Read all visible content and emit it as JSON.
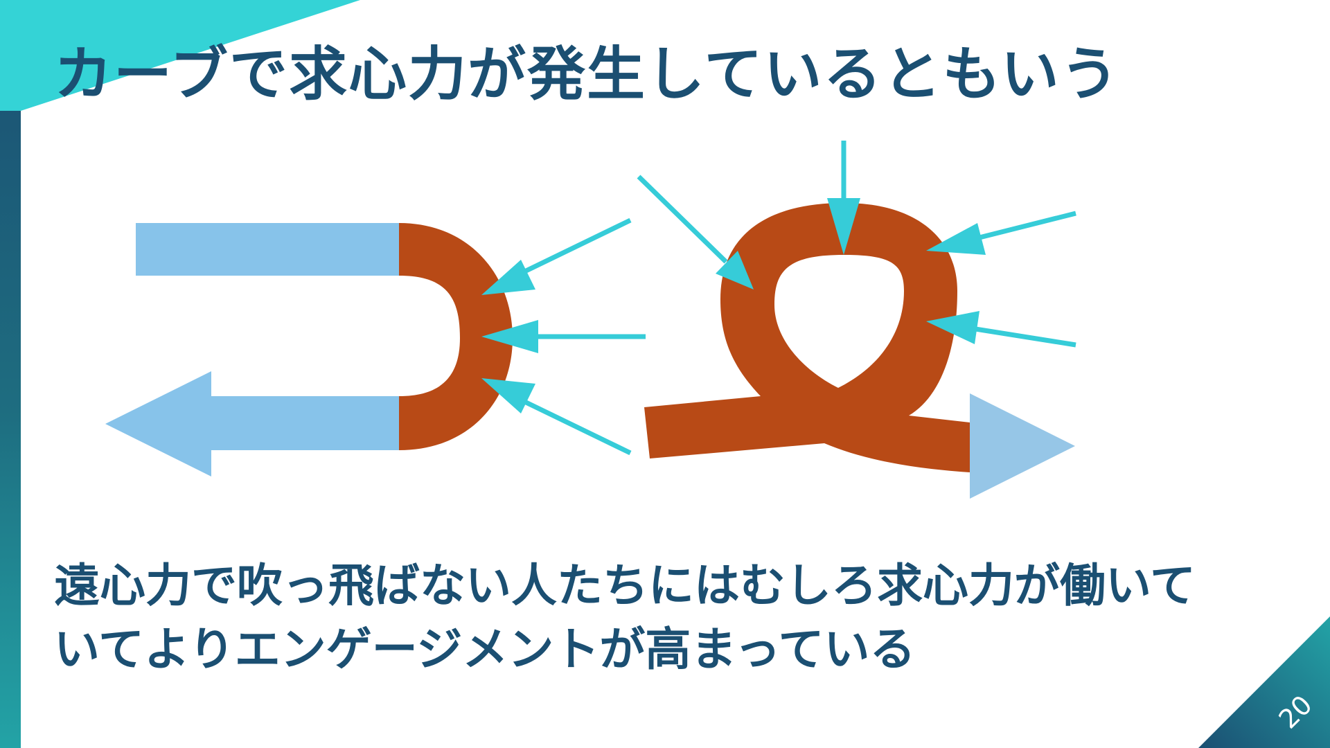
{
  "slide": {
    "title": "カーブで求心力が発生しているともいう",
    "caption_lines": [
      "遠心力で吹っ飛ばない人たちにはむしろ求心力が働いて",
      "いてよりエンゲージメントが高まっている"
    ],
    "page_number": "20"
  },
  "colors": {
    "accent_cyan": "#34d3d6",
    "title_text": "#1b4f72",
    "path_blue": "#87c3ea",
    "curve_rust": "#b84a16",
    "force_arrow": "#36ccd8"
  }
}
